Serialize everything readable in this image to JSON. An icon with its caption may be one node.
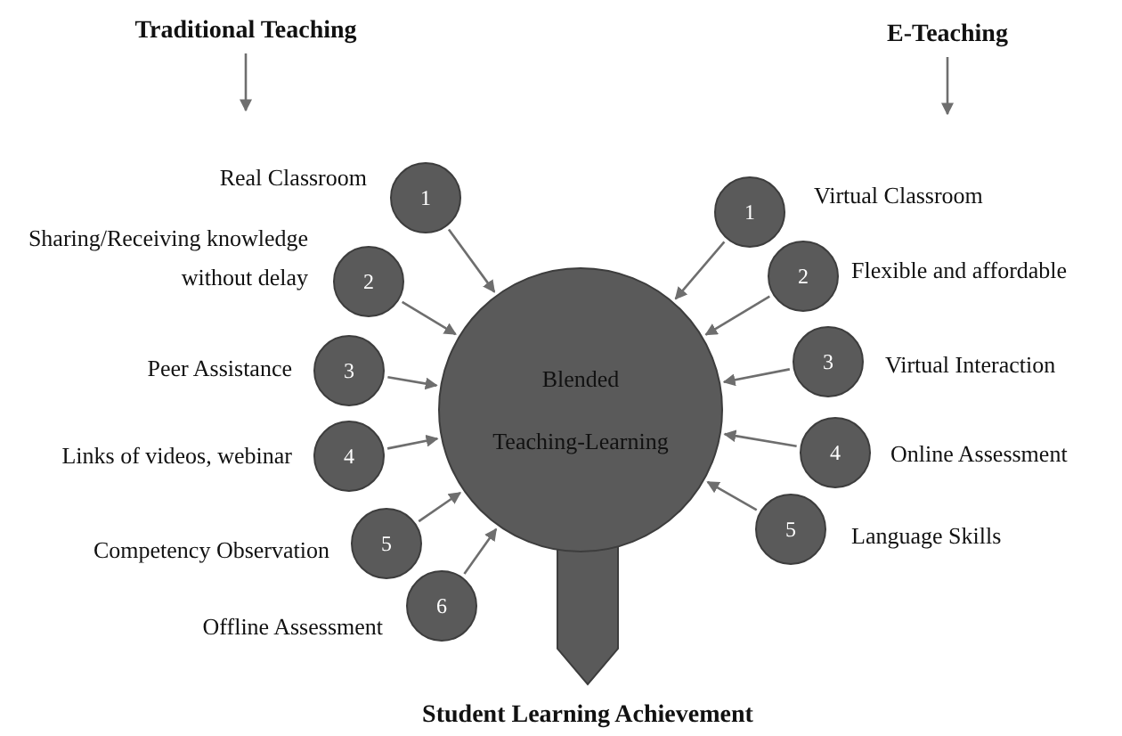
{
  "diagram": {
    "nodes": [
      {
        "text": [
          "Traditional Teaching"
        ]
      },
      {
        "text": [
          "E-Teaching"
        ]
      },
      {
        "text": [
          "Blended",
          "Teaching-Learning"
        ]
      },
      {
        "text": [
          "1"
        ],
        "beside": [
          "Real Classroom"
        ]
      },
      {
        "text": [
          "2"
        ],
        "beside": [
          "Sharing/Receiving knowledge without delay"
        ]
      },
      {
        "text": [
          "3"
        ],
        "beside": [
          "Peer Assistance"
        ]
      },
      {
        "text": [
          "4"
        ],
        "beside": [
          "Links of videos, webinar"
        ]
      },
      {
        "text": [
          "5"
        ],
        "beside": [
          "Competency Observation"
        ]
      },
      {
        "text": [
          "6"
        ],
        "beside": [
          "Offline Assessment"
        ]
      },
      {
        "text": [
          "1"
        ],
        "beside": [
          "Virtual Classroom"
        ]
      },
      {
        "text": [
          "2"
        ],
        "beside": [
          "Flexible and affordable"
        ]
      },
      {
        "text": [
          "3"
        ],
        "beside": [
          "Virtual Interaction"
        ]
      },
      {
        "text": [
          "4"
        ],
        "beside": [
          "Online Assessment"
        ]
      },
      {
        "text": [
          "5"
        ],
        "beside": [
          "Language Skills"
        ]
      },
      {
        "text": [
          "Student Learning Achievement"
        ]
      }
    ],
    "edges": [
      {
        "from": 0,
        "to": null,
        "arrow": "to"
      },
      {
        "from": 1,
        "to": null,
        "arrow": "to"
      },
      {
        "from": 3,
        "to": 2,
        "arrow": "to"
      },
      {
        "from": 4,
        "to": 2,
        "arrow": "to"
      },
      {
        "from": 5,
        "to": 2,
        "arrow": "to"
      },
      {
        "from": 6,
        "to": 2,
        "arrow": "to"
      },
      {
        "from": 7,
        "to": 2,
        "arrow": "to"
      },
      {
        "from": 8,
        "to": 2,
        "arrow": "to"
      },
      {
        "from": 9,
        "to": 2,
        "arrow": "to"
      },
      {
        "from": 10,
        "to": 2,
        "arrow": "to"
      },
      {
        "from": 11,
        "to": 2,
        "arrow": "to"
      },
      {
        "from": 12,
        "to": 2,
        "arrow": "to"
      },
      {
        "from": 13,
        "to": 2,
        "arrow": "to"
      },
      {
        "from": 2,
        "to": 14,
        "arrow": "to",
        "style": "thick"
      }
    ]
  }
}
